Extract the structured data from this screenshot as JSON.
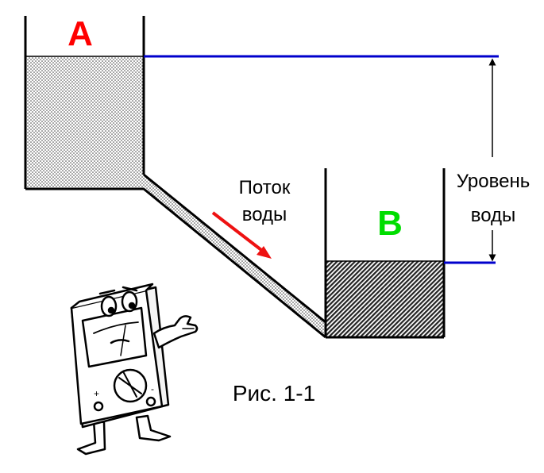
{
  "tank_a": {
    "label": "A",
    "color": "#ff0000"
  },
  "tank_b": {
    "label": "B",
    "color": "#00dd00"
  },
  "flow": {
    "line1": "Поток",
    "line2": "воды",
    "arrow_color": "#ee1111"
  },
  "level": {
    "line1": "Уровень",
    "line2": "воды",
    "line_color": "#0000cc"
  },
  "caption": "Рис. 1-1",
  "mascot": {
    "icon": "multimeter-character-icon"
  }
}
